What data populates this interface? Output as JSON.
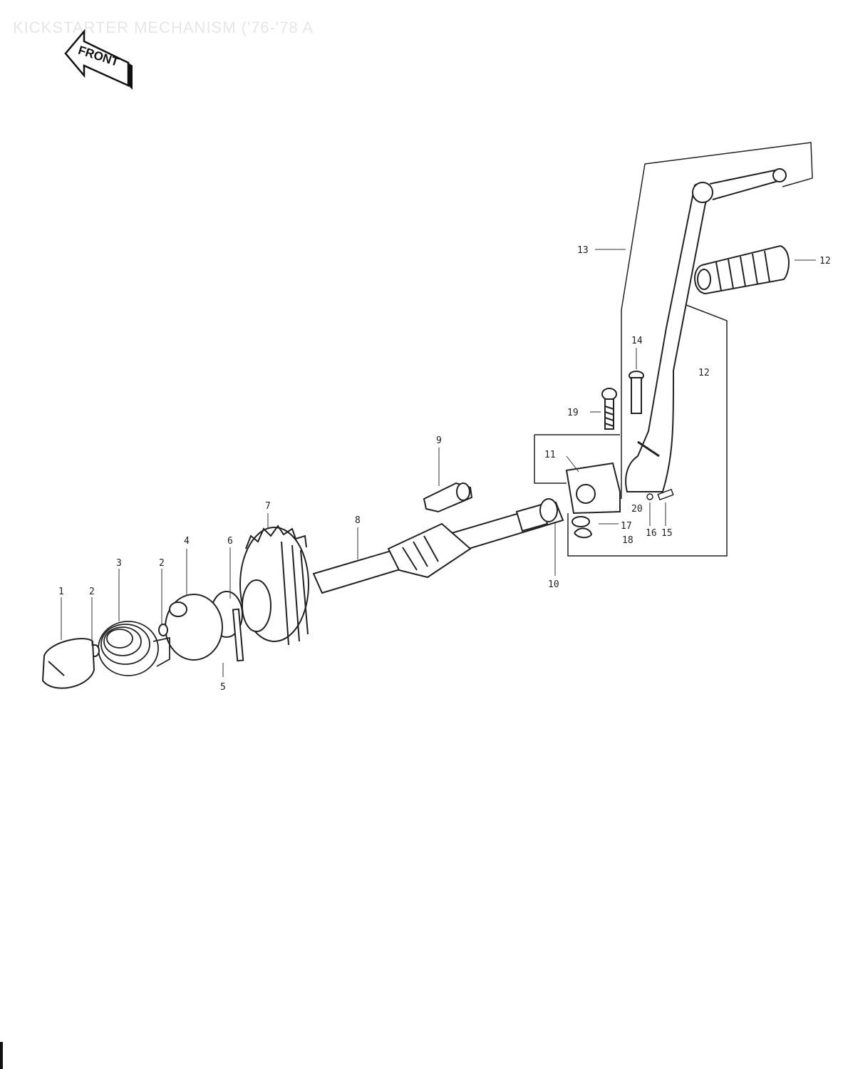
{
  "header": {
    "title": "KICKSTARTER MECHANISM ('76-'78 A",
    "front_label": "FRONT"
  },
  "callouts": [
    "1",
    "2",
    "3",
    "2",
    "4",
    "5",
    "6",
    "7",
    "8",
    "9",
    "10",
    "11",
    "12",
    "12",
    "13",
    "14",
    "15",
    "16",
    "17",
    "18",
    "19",
    "20"
  ],
  "colors": {
    "ink": "#1a1a1a",
    "title_ghost": "#e6e6e6",
    "background": "#ffffff"
  }
}
